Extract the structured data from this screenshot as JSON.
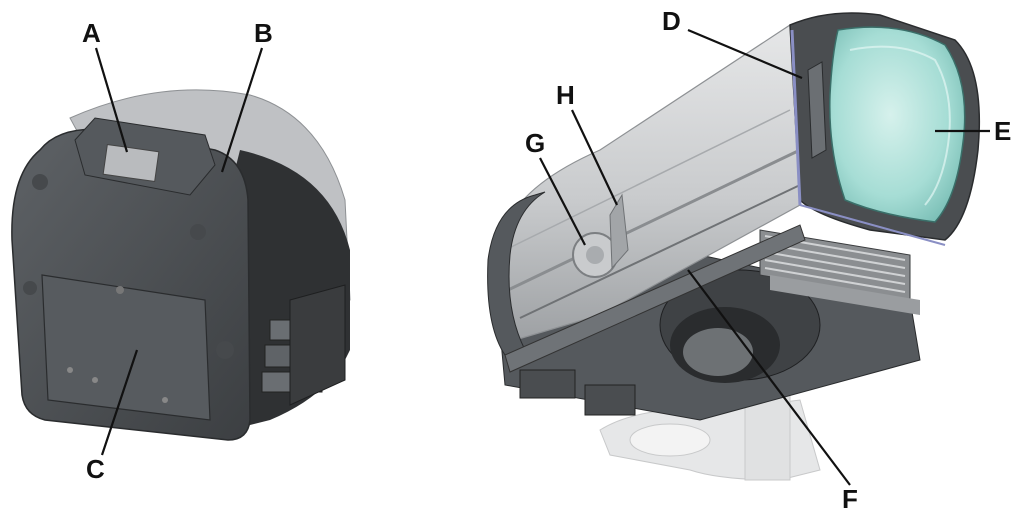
{
  "callouts": {
    "a": "A",
    "b": "B",
    "c": "C",
    "d": "D",
    "e": "E",
    "f": "F",
    "g": "G",
    "h": "H"
  },
  "colors": {
    "body_dark": "#4a4d50",
    "body_mid": "#6b6f73",
    "body_light": "#c7c9cc",
    "tube": "#cfd1d3",
    "lens": "#9fd6cf",
    "trim_blue": "#8a8fc4",
    "ghost": "#e2e3e4"
  }
}
